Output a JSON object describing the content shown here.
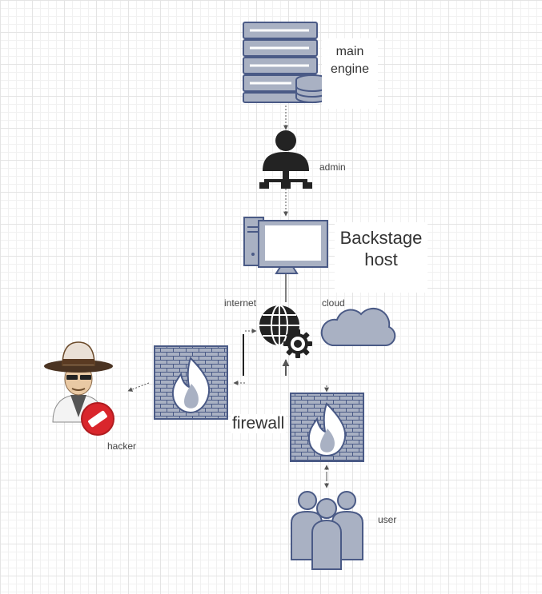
{
  "labels": {
    "main_engine": "main engine",
    "admin": "admin",
    "backstage_host": "Backstage host",
    "internet": "internet",
    "cloud": "cloud",
    "hacker": "hacker",
    "firewall": "firewall",
    "user": "user"
  },
  "colors": {
    "icon_fill": "#a9b1c3",
    "icon_stroke": "#4a5a86",
    "dark_icon": "#232323",
    "blocked_red": "#d9262c",
    "connector": "#555555"
  },
  "icons": {
    "server": "server-database-icon",
    "admin": "admin-user-icon",
    "host": "desktop-computer-icon",
    "internet": "globe-gear-icon",
    "cloud": "cloud-icon",
    "firewall": "firewall-icon",
    "users": "user-group-icon",
    "hacker": "hacker-icon",
    "blocked": "no-entry-icon"
  }
}
